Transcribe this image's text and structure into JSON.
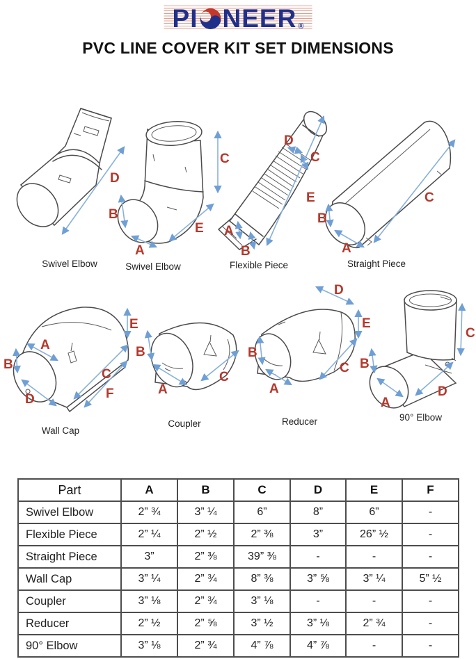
{
  "header": {
    "logo_prefix": "PI",
    "logo_suffix": "NEER",
    "registered_mark": "®",
    "title": "PVC LINE COVER KIT SET DIMENSIONS"
  },
  "colors": {
    "logo_blue": "#20308a",
    "logo_red": "#c2382c",
    "dim_label_red": "#b5382c",
    "arrow_blue": "#87b0dc"
  },
  "diagrams": [
    {
      "caption": "Swivel Elbow",
      "labels": [
        "D"
      ]
    },
    {
      "caption": "Swivel Elbow",
      "labels": [
        "C",
        "E",
        "B",
        "A"
      ]
    },
    {
      "caption": "Flexible Piece",
      "labels": [
        "D",
        "C",
        "E",
        "A",
        "B"
      ]
    },
    {
      "caption": "Straight Piece",
      "labels": [
        "B",
        "A",
        "C"
      ]
    },
    {
      "caption": "Wall Cap",
      "labels": [
        "E",
        "A",
        "B",
        "C",
        "D",
        "F"
      ]
    },
    {
      "caption": "Coupler",
      "labels": [
        "B",
        "A",
        "C"
      ]
    },
    {
      "caption": "Reducer",
      "labels": [
        "D",
        "E",
        "B",
        "A",
        "C"
      ]
    },
    {
      "caption": "90° Elbow",
      "labels": [
        "C",
        "B",
        "A",
        "D"
      ]
    }
  ],
  "table": {
    "columns": [
      "Part",
      "A",
      "B",
      "C",
      "D",
      "E",
      "F"
    ],
    "rows": [
      {
        "part": "Swivel Elbow",
        "values": [
          "2” ¾",
          "3” ¼",
          "6”",
          "8”",
          "6”",
          "-"
        ]
      },
      {
        "part": "Flexible Piece",
        "values": [
          "2” ¼",
          "2” ½",
          "2” ⅜",
          "3”",
          "26” ½",
          "-"
        ]
      },
      {
        "part": "Straight Piece",
        "values": [
          "3”",
          "2” ⅜",
          "39” ⅜",
          "-",
          "-",
          "-"
        ]
      },
      {
        "part": "Wall Cap",
        "values": [
          "3” ¼",
          "2” ¾",
          "8” ⅜",
          "3” ⅝",
          "3” ¼",
          "5” ½"
        ]
      },
      {
        "part": "Coupler",
        "values": [
          "3” ⅛",
          "2” ¾",
          "3” ⅛",
          "-",
          "-",
          "-"
        ]
      },
      {
        "part": "Reducer",
        "values": [
          "2” ½",
          "2” ⅝",
          "3” ½",
          "3” ⅛",
          "2” ¾",
          "-"
        ]
      },
      {
        "part": "90° Elbow",
        "values": [
          "3” ⅛",
          "2” ¾",
          "4” ⅞",
          "4” ⅞",
          "-",
          "-"
        ]
      }
    ]
  }
}
